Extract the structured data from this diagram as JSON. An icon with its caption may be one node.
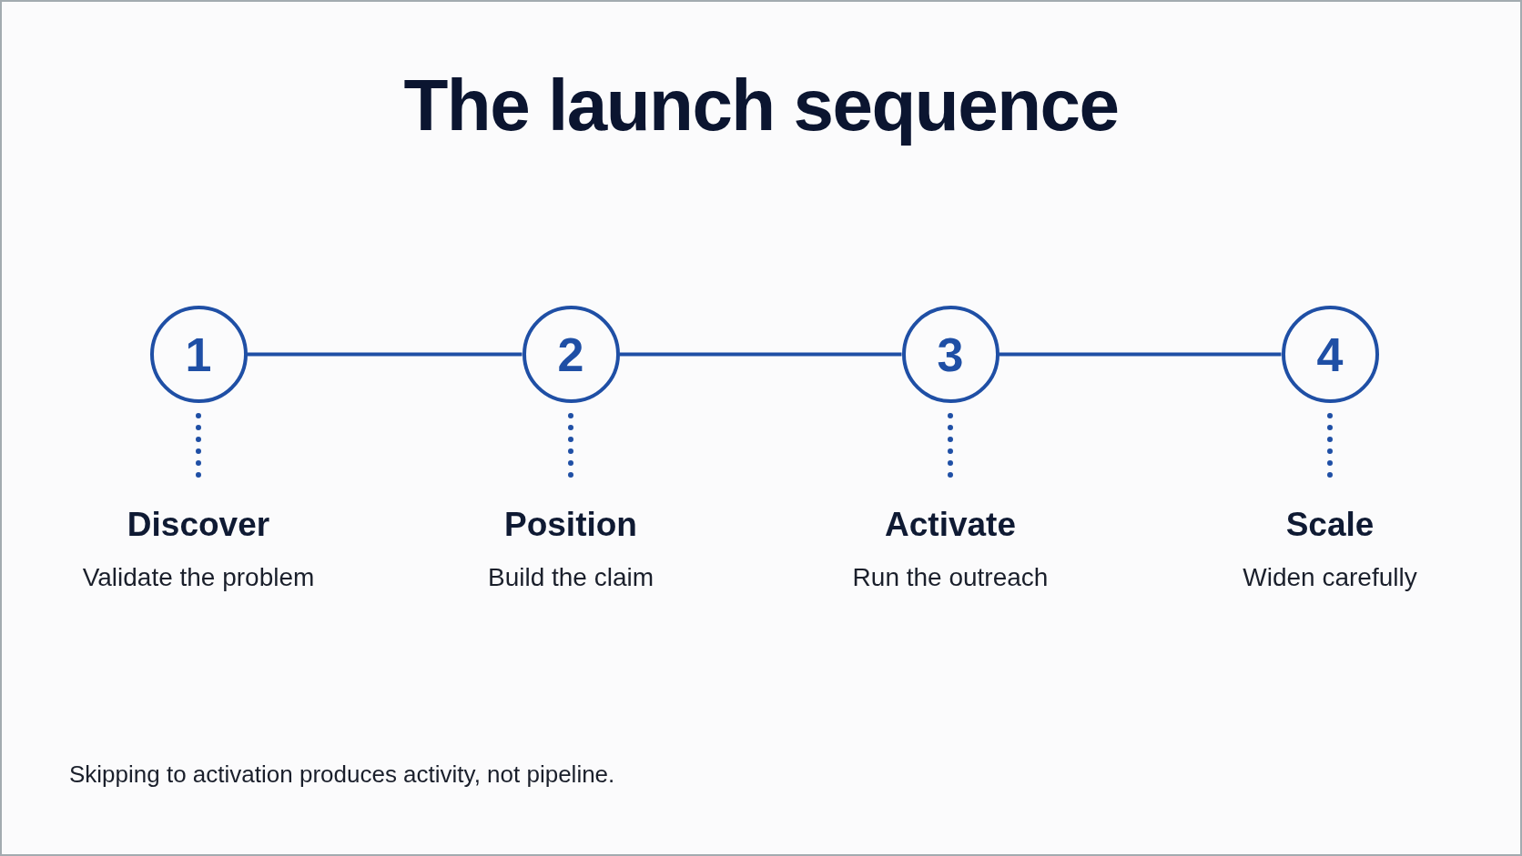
{
  "diagram": {
    "title": "The launch sequence",
    "nodes": [
      {
        "text": [
          "1"
        ]
      },
      {
        "text": [
          "2"
        ]
      },
      {
        "text": [
          "3"
        ]
      },
      {
        "text": [
          "4"
        ]
      },
      {
        "text": [
          "Discover",
          "Validate the problem"
        ]
      },
      {
        "text": [
          "Position",
          "Build the claim"
        ]
      },
      {
        "text": [
          "Activate",
          "Run the outreach"
        ]
      },
      {
        "text": [
          "Scale",
          "Widen carefully"
        ]
      }
    ],
    "edges": [
      {
        "from": 0,
        "to": 1,
        "arrow": "none"
      },
      {
        "from": 1,
        "to": 2,
        "arrow": "none"
      },
      {
        "from": 2,
        "to": 3,
        "arrow": "none"
      },
      {
        "from": 0,
        "to": 4,
        "arrow": "none",
        "style": "dashed"
      },
      {
        "from": 1,
        "to": 5,
        "arrow": "none",
        "style": "dashed"
      },
      {
        "from": 2,
        "to": 6,
        "arrow": "none",
        "style": "dashed"
      },
      {
        "from": 3,
        "to": 7,
        "arrow": "none",
        "style": "dashed"
      }
    ],
    "labels": [
      "Skipping to activation produces activity, not pipeline."
    ]
  }
}
